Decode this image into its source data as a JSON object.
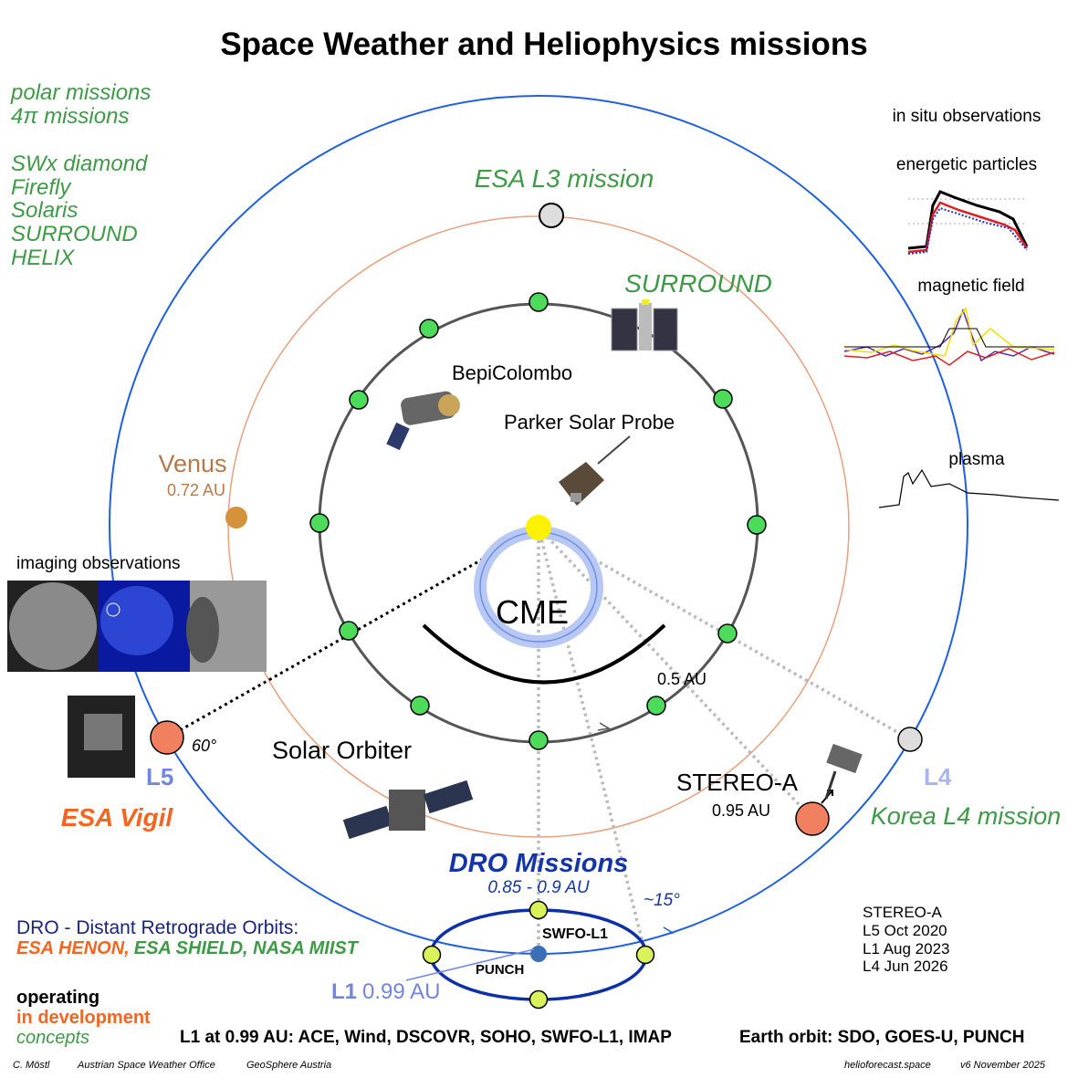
{
  "title": "Space Weather and Heliophysics missions",
  "concepts_list": [
    "polar missions",
    "4π missions",
    "SWx diamond",
    "Firefly",
    "Solaris",
    "SURROUND",
    "HELIX"
  ],
  "labels": {
    "esa_l3": "ESA L3 mission",
    "surround": "SURROUND",
    "bepicolombo": "BepiColombo",
    "parker": "Parker Solar Probe",
    "venus": "Venus",
    "venus_au": "0.72 AU",
    "cme": "CME",
    "half_au": "0.5 AU",
    "solar_orbiter": "Solar Orbiter",
    "angle_60": "60°",
    "l5": "L5",
    "esa_vigil": "ESA Vigil",
    "stereo_a": "STEREO-A",
    "stereo_a_au": "0.95 AU",
    "l4": "L4",
    "korea_l4": "Korea L4 mission",
    "dro_missions": "DRO Missions",
    "dro_au": "0.85  - 0.9 AU",
    "angle_15": "~15°",
    "swfo": "SWFO-L1",
    "punch": "PUNCH",
    "l1": "L1",
    "l1_au": "0.99 AU",
    "imaging": "imaging observations"
  },
  "in_situ": {
    "title": "in situ observations",
    "panels": [
      "energetic particles",
      "magnetic field",
      "plasma"
    ]
  },
  "dro_legend": {
    "title": "DRO - Distant Retrograde Orbits:",
    "dev": "ESA HENON,",
    "concepts": "ESA SHIELD, NASA MIIST"
  },
  "status_legend": {
    "operating": "operating",
    "in_development": "in development",
    "concepts": "concepts"
  },
  "stereo_history": [
    "STEREO-A",
    "L5 Oct 2020",
    "L1 Aug 2023",
    "L4 Jun 2026"
  ],
  "bottom": {
    "l1_line": "L1 at 0.99 AU: ACE, Wind, DSCOVR, SOHO, SWFO-L1, IMAP",
    "earth_line": "Earth orbit: SDO, GOES-U, PUNCH"
  },
  "footer": {
    "author": "C. Möstl",
    "office": "Austrian Space Weather Office",
    "org": "GeoSphere Austria",
    "site": "helioforecast.space",
    "version": "v6 November 2025"
  },
  "colors": {
    "operating": "#000000",
    "in_development": "#f26522",
    "concepts": "#3f9a48",
    "earth_orbit": "#1f5fe0",
    "venus_orbit": "#e8a080",
    "dro": "#0d2fa8"
  }
}
